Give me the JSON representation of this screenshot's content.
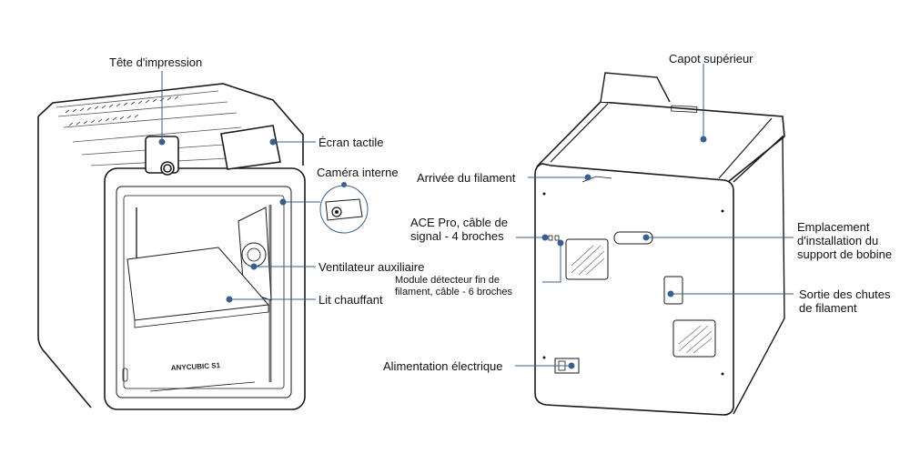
{
  "colors": {
    "callout": "#3a5f8f",
    "outline": "#1a1a1a",
    "line": "#555555"
  },
  "front_view": {
    "printer_brand": "ANYCUBIC S1",
    "labels": {
      "print_head": "Tête d'impression",
      "touch_screen": "Écran tactile",
      "internal_camera": "Caméra interne",
      "aux_fan": "Ventilateur auxiliaire",
      "heated_bed": "Lit chauffant"
    }
  },
  "rear_view": {
    "labels": {
      "top_cover": "Capot supérieur",
      "filament_inlet": "Arrivée du filament",
      "ace_pro_cable": "ACE Pro, câble de\nsignal - 4 broches",
      "runout_module": "Module détecteur fin de\nfilament, câble - 6 broches",
      "spool_holder": "Emplacement\nd'installation du\nsupport de bobine",
      "waste_outlet": "Sortie des chutes\nde filament",
      "power": "Alimentation électrique"
    }
  }
}
